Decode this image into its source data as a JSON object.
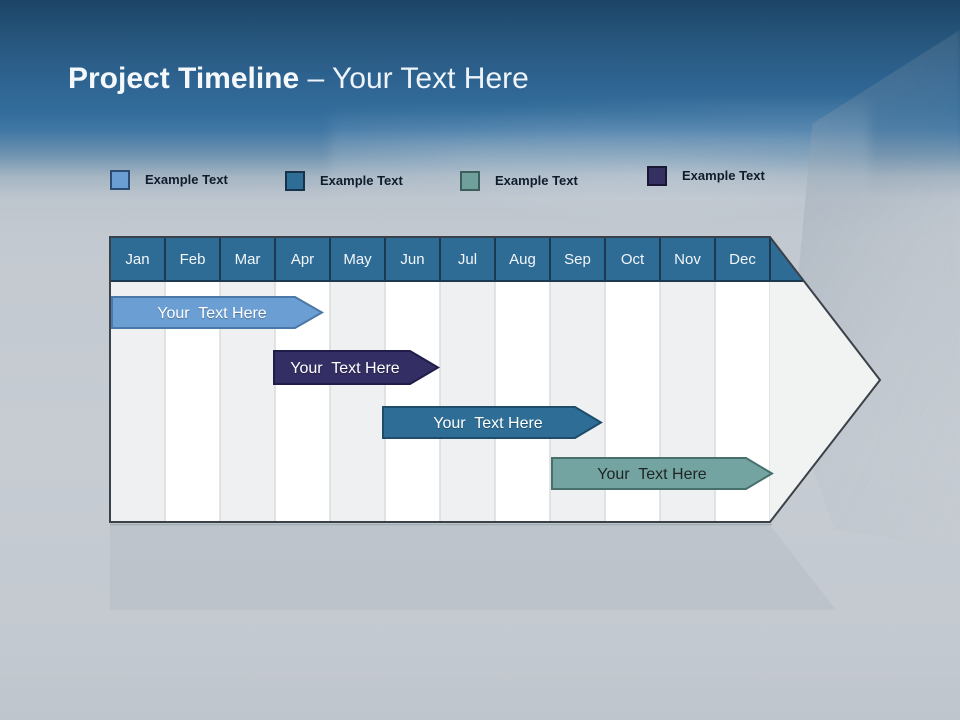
{
  "slide": {
    "title": {
      "bold": "Project Timeline",
      "light": "– Your Text Here"
    }
  },
  "legend": {
    "items": [
      {
        "label": "Example Text",
        "color": "#6b9fd4"
      },
      {
        "label": "Example Text",
        "color": "#2e6e96"
      },
      {
        "label": "Example Text",
        "color": "#6fa09c"
      },
      {
        "label": "Example Text",
        "color": "#343061"
      }
    ]
  },
  "timeline": {
    "months": [
      "Jan",
      "Feb",
      "Mar",
      "Apr",
      "May",
      "Jun",
      "Jul",
      "Aug",
      "Sep",
      "Oct",
      "Nov",
      "Dec"
    ],
    "header_color": "#2e6c96",
    "bars": [
      {
        "label": "Your  Text Here",
        "color": "#6b9fd4",
        "text_color": "#ffffff",
        "row": 1,
        "span": "Jan–Apr"
      },
      {
        "label": "Your  Text Here",
        "color": "#332e63",
        "text_color": "#ffffff",
        "row": 2,
        "span": "Apr–Jul"
      },
      {
        "label": "Your  Text Here",
        "color": "#2e6e96",
        "text_color": "#ffffff",
        "row": 3,
        "span": "Jun–Oct"
      },
      {
        "label": "Your  Text Here",
        "color": "#74a4a1",
        "text_color": "#1f2424",
        "row": 4,
        "span": "Sep–Dec"
      }
    ]
  }
}
